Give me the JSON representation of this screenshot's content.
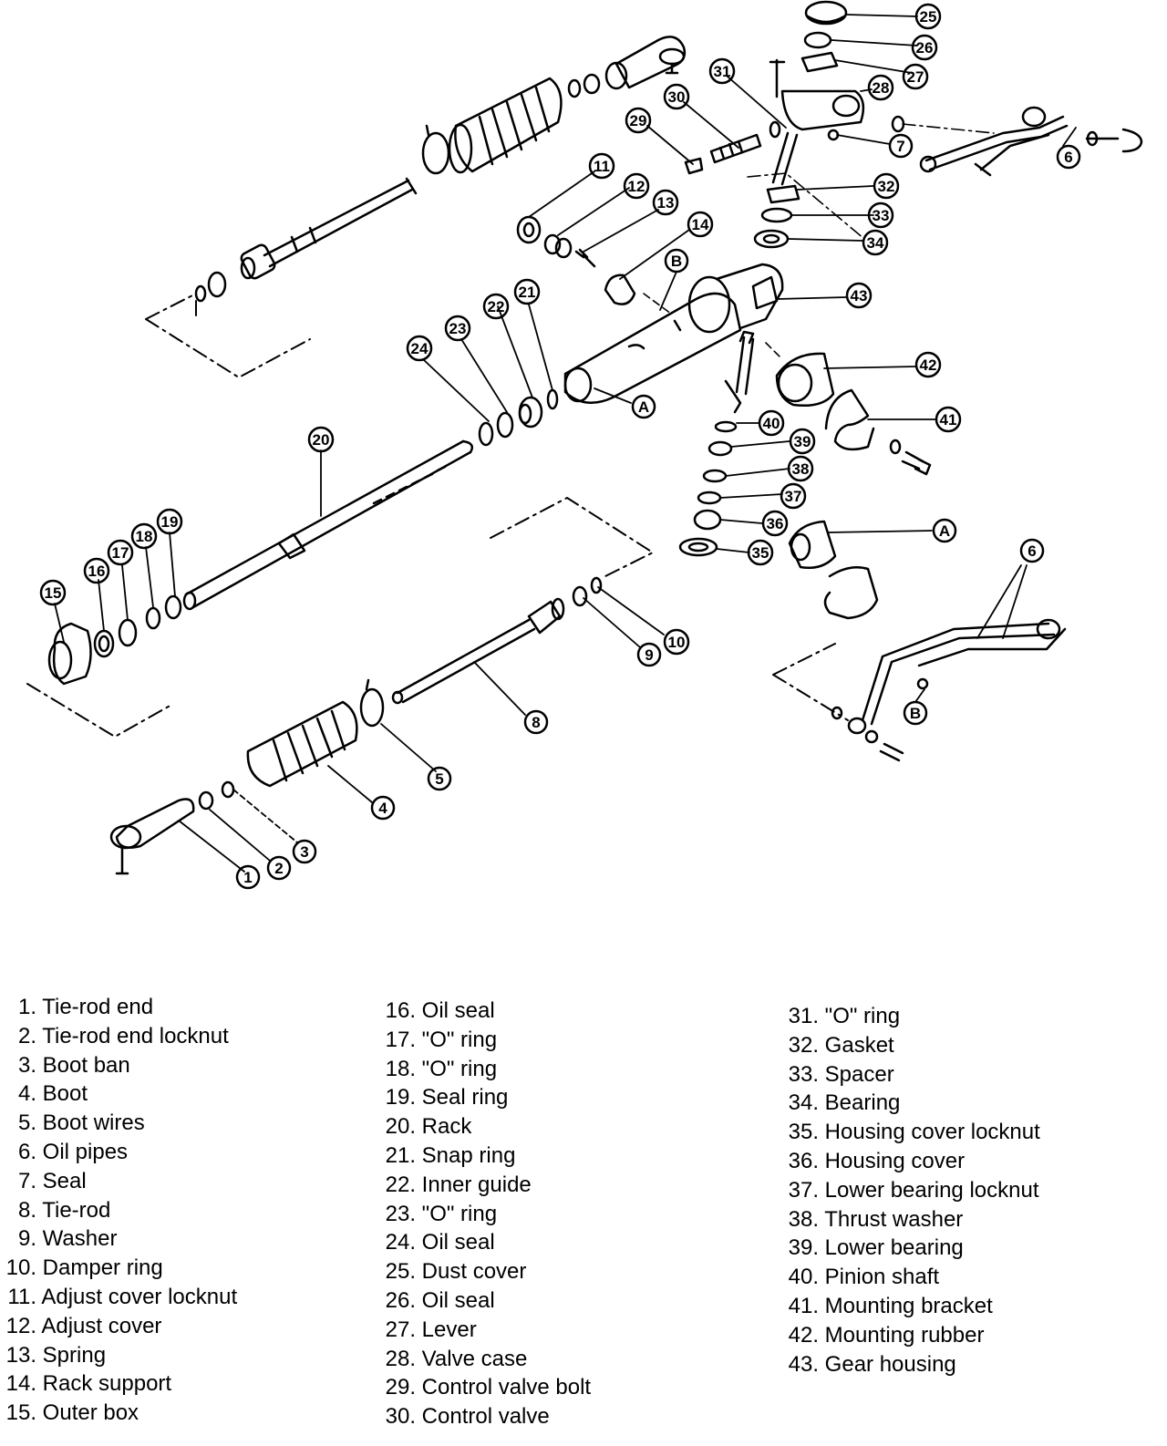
{
  "diagram": {
    "callouts": [
      {
        "id": "1",
        "label": "1"
      },
      {
        "id": "2",
        "label": "2"
      },
      {
        "id": "3",
        "label": "3"
      },
      {
        "id": "4",
        "label": "4"
      },
      {
        "id": "5",
        "label": "5"
      },
      {
        "id": "6a",
        "label": "6"
      },
      {
        "id": "6b",
        "label": "6"
      },
      {
        "id": "7",
        "label": "7"
      },
      {
        "id": "8",
        "label": "8"
      },
      {
        "id": "9",
        "label": "9"
      },
      {
        "id": "10",
        "label": "10"
      },
      {
        "id": "11",
        "label": "11"
      },
      {
        "id": "12",
        "label": "12"
      },
      {
        "id": "13",
        "label": "13"
      },
      {
        "id": "14",
        "label": "14"
      },
      {
        "id": "15",
        "label": "15"
      },
      {
        "id": "16",
        "label": "16"
      },
      {
        "id": "17",
        "label": "17"
      },
      {
        "id": "18",
        "label": "18"
      },
      {
        "id": "19",
        "label": "19"
      },
      {
        "id": "20",
        "label": "20"
      },
      {
        "id": "21",
        "label": "21"
      },
      {
        "id": "22",
        "label": "22"
      },
      {
        "id": "23",
        "label": "23"
      },
      {
        "id": "24",
        "label": "24"
      },
      {
        "id": "25",
        "label": "25"
      },
      {
        "id": "26",
        "label": "26"
      },
      {
        "id": "27",
        "label": "27"
      },
      {
        "id": "28",
        "label": "28"
      },
      {
        "id": "29",
        "label": "29"
      },
      {
        "id": "30",
        "label": "30"
      },
      {
        "id": "31",
        "label": "31"
      },
      {
        "id": "32",
        "label": "32"
      },
      {
        "id": "33",
        "label": "33"
      },
      {
        "id": "34",
        "label": "34"
      },
      {
        "id": "35",
        "label": "35"
      },
      {
        "id": "36",
        "label": "36"
      },
      {
        "id": "37",
        "label": "37"
      },
      {
        "id": "38",
        "label": "38"
      },
      {
        "id": "39",
        "label": "39"
      },
      {
        "id": "40",
        "label": "40"
      },
      {
        "id": "41",
        "label": "41"
      },
      {
        "id": "42",
        "label": "42"
      },
      {
        "id": "43",
        "label": "43"
      },
      {
        "id": "A1",
        "label": "A"
      },
      {
        "id": "A2",
        "label": "A"
      },
      {
        "id": "B1",
        "label": "B"
      },
      {
        "id": "B2",
        "label": "B"
      }
    ]
  },
  "legend": {
    "columns": [
      [
        {
          "num": "1.",
          "text": "Tie-rod end"
        },
        {
          "num": "2.",
          "text": "Tie-rod end locknut"
        },
        {
          "num": "3.",
          "text": "Boot ban"
        },
        {
          "num": "4.",
          "text": "Boot"
        },
        {
          "num": "5.",
          "text": "Boot wires"
        },
        {
          "num": "6.",
          "text": "Oil pipes"
        },
        {
          "num": "7.",
          "text": "Seal"
        },
        {
          "num": "8.",
          "text": "Tie-rod"
        },
        {
          "num": "9.",
          "text": "Washer"
        },
        {
          "num": "10.",
          "text": "Damper ring"
        },
        {
          "num": "11.",
          "text": "Adjust cover locknut"
        },
        {
          "num": "12.",
          "text": "Adjust cover"
        },
        {
          "num": "13.",
          "text": "Spring"
        },
        {
          "num": "14.",
          "text": "Rack support"
        },
        {
          "num": "15.",
          "text": "Outer box"
        }
      ],
      [
        {
          "num": "16.",
          "text": "Oil seal"
        },
        {
          "num": "17.",
          "text": "\"O\" ring"
        },
        {
          "num": "18.",
          "text": "\"O\" ring"
        },
        {
          "num": "19.",
          "text": "Seal ring"
        },
        {
          "num": "20.",
          "text": "Rack"
        },
        {
          "num": "21.",
          "text": "Snap ring"
        },
        {
          "num": "22.",
          "text": "Inner guide"
        },
        {
          "num": "23.",
          "text": "\"O\" ring"
        },
        {
          "num": "24.",
          "text": "Oil seal"
        },
        {
          "num": "25.",
          "text": "Dust cover"
        },
        {
          "num": "26.",
          "text": "Oil seal"
        },
        {
          "num": "27.",
          "text": "Lever"
        },
        {
          "num": "28.",
          "text": "Valve case"
        },
        {
          "num": "29.",
          "text": "Control valve bolt"
        },
        {
          "num": "30.",
          "text": "Control valve"
        }
      ],
      [
        {
          "num": "31.",
          "text": "\"O\" ring"
        },
        {
          "num": "32.",
          "text": "Gasket"
        },
        {
          "num": "33.",
          "text": "Spacer"
        },
        {
          "num": "34.",
          "text": "Bearing"
        },
        {
          "num": "35.",
          "text": "Housing cover locknut"
        },
        {
          "num": "36.",
          "text": "Housing cover"
        },
        {
          "num": "37.",
          "text": "Lower bearing locknut"
        },
        {
          "num": "38.",
          "text": "Thrust washer"
        },
        {
          "num": "39.",
          "text": "Lower bearing"
        },
        {
          "num": "40.",
          "text": "Pinion shaft"
        },
        {
          "num": "41.",
          "text": "Mounting bracket"
        },
        {
          "num": "42.",
          "text": "Mounting rubber"
        },
        {
          "num": "43.",
          "text": "Gear housing"
        }
      ]
    ]
  }
}
